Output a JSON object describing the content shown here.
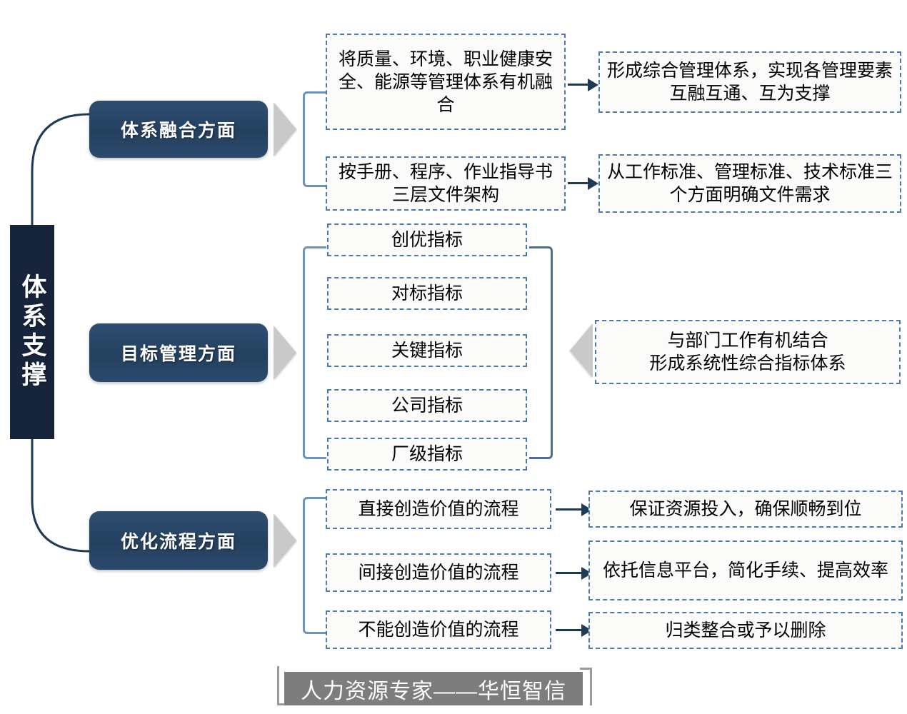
{
  "spine": {
    "label": "体系支撑"
  },
  "colors": {
    "spine_bg": "#16253c",
    "category_blue": "#2b4a6c",
    "dashed_border": "#4a7bb0",
    "arrow_navy": "#1f3a55",
    "triangle_gray": "#c9c9c9",
    "footer_gray": "#7d7d7d"
  },
  "sections": [
    {
      "id": "system-integration",
      "category": "体系融合方面",
      "rows": [
        {
          "source": "将质量、环境、职业健康安全、能源等管理体系有机融合",
          "target": "形成综合管理体系，实现各管理要素互融互通、互为支撑"
        },
        {
          "source": "按手册、程序、作业指导书三层文件架构",
          "target": "从工作标准、管理标准、技术标准三个方面明确文件需求"
        }
      ]
    },
    {
      "id": "goal-management",
      "category": "目标管理方面",
      "items": [
        "创优指标",
        "对标指标",
        "关键指标",
        "公司指标",
        "厂级指标"
      ],
      "summary": "与部门工作有机结合\n形成系统性综合指标体系",
      "summary_line1": "与部门工作有机结合",
      "summary_line2": "形成系统性综合指标体系"
    },
    {
      "id": "process-optimization",
      "category": "优化流程方面",
      "rows": [
        {
          "source": "直接创造价值的流程",
          "target": "保证资源投入，确保顺畅到位"
        },
        {
          "source": "间接创造价值的流程",
          "target": "依托信息平台，简化手续、提高效率"
        },
        {
          "source": "不能创造价值的流程",
          "target": "归类整合或予以删除"
        }
      ]
    }
  ],
  "footer": {
    "text": "人力资源专家——华恒智信"
  }
}
